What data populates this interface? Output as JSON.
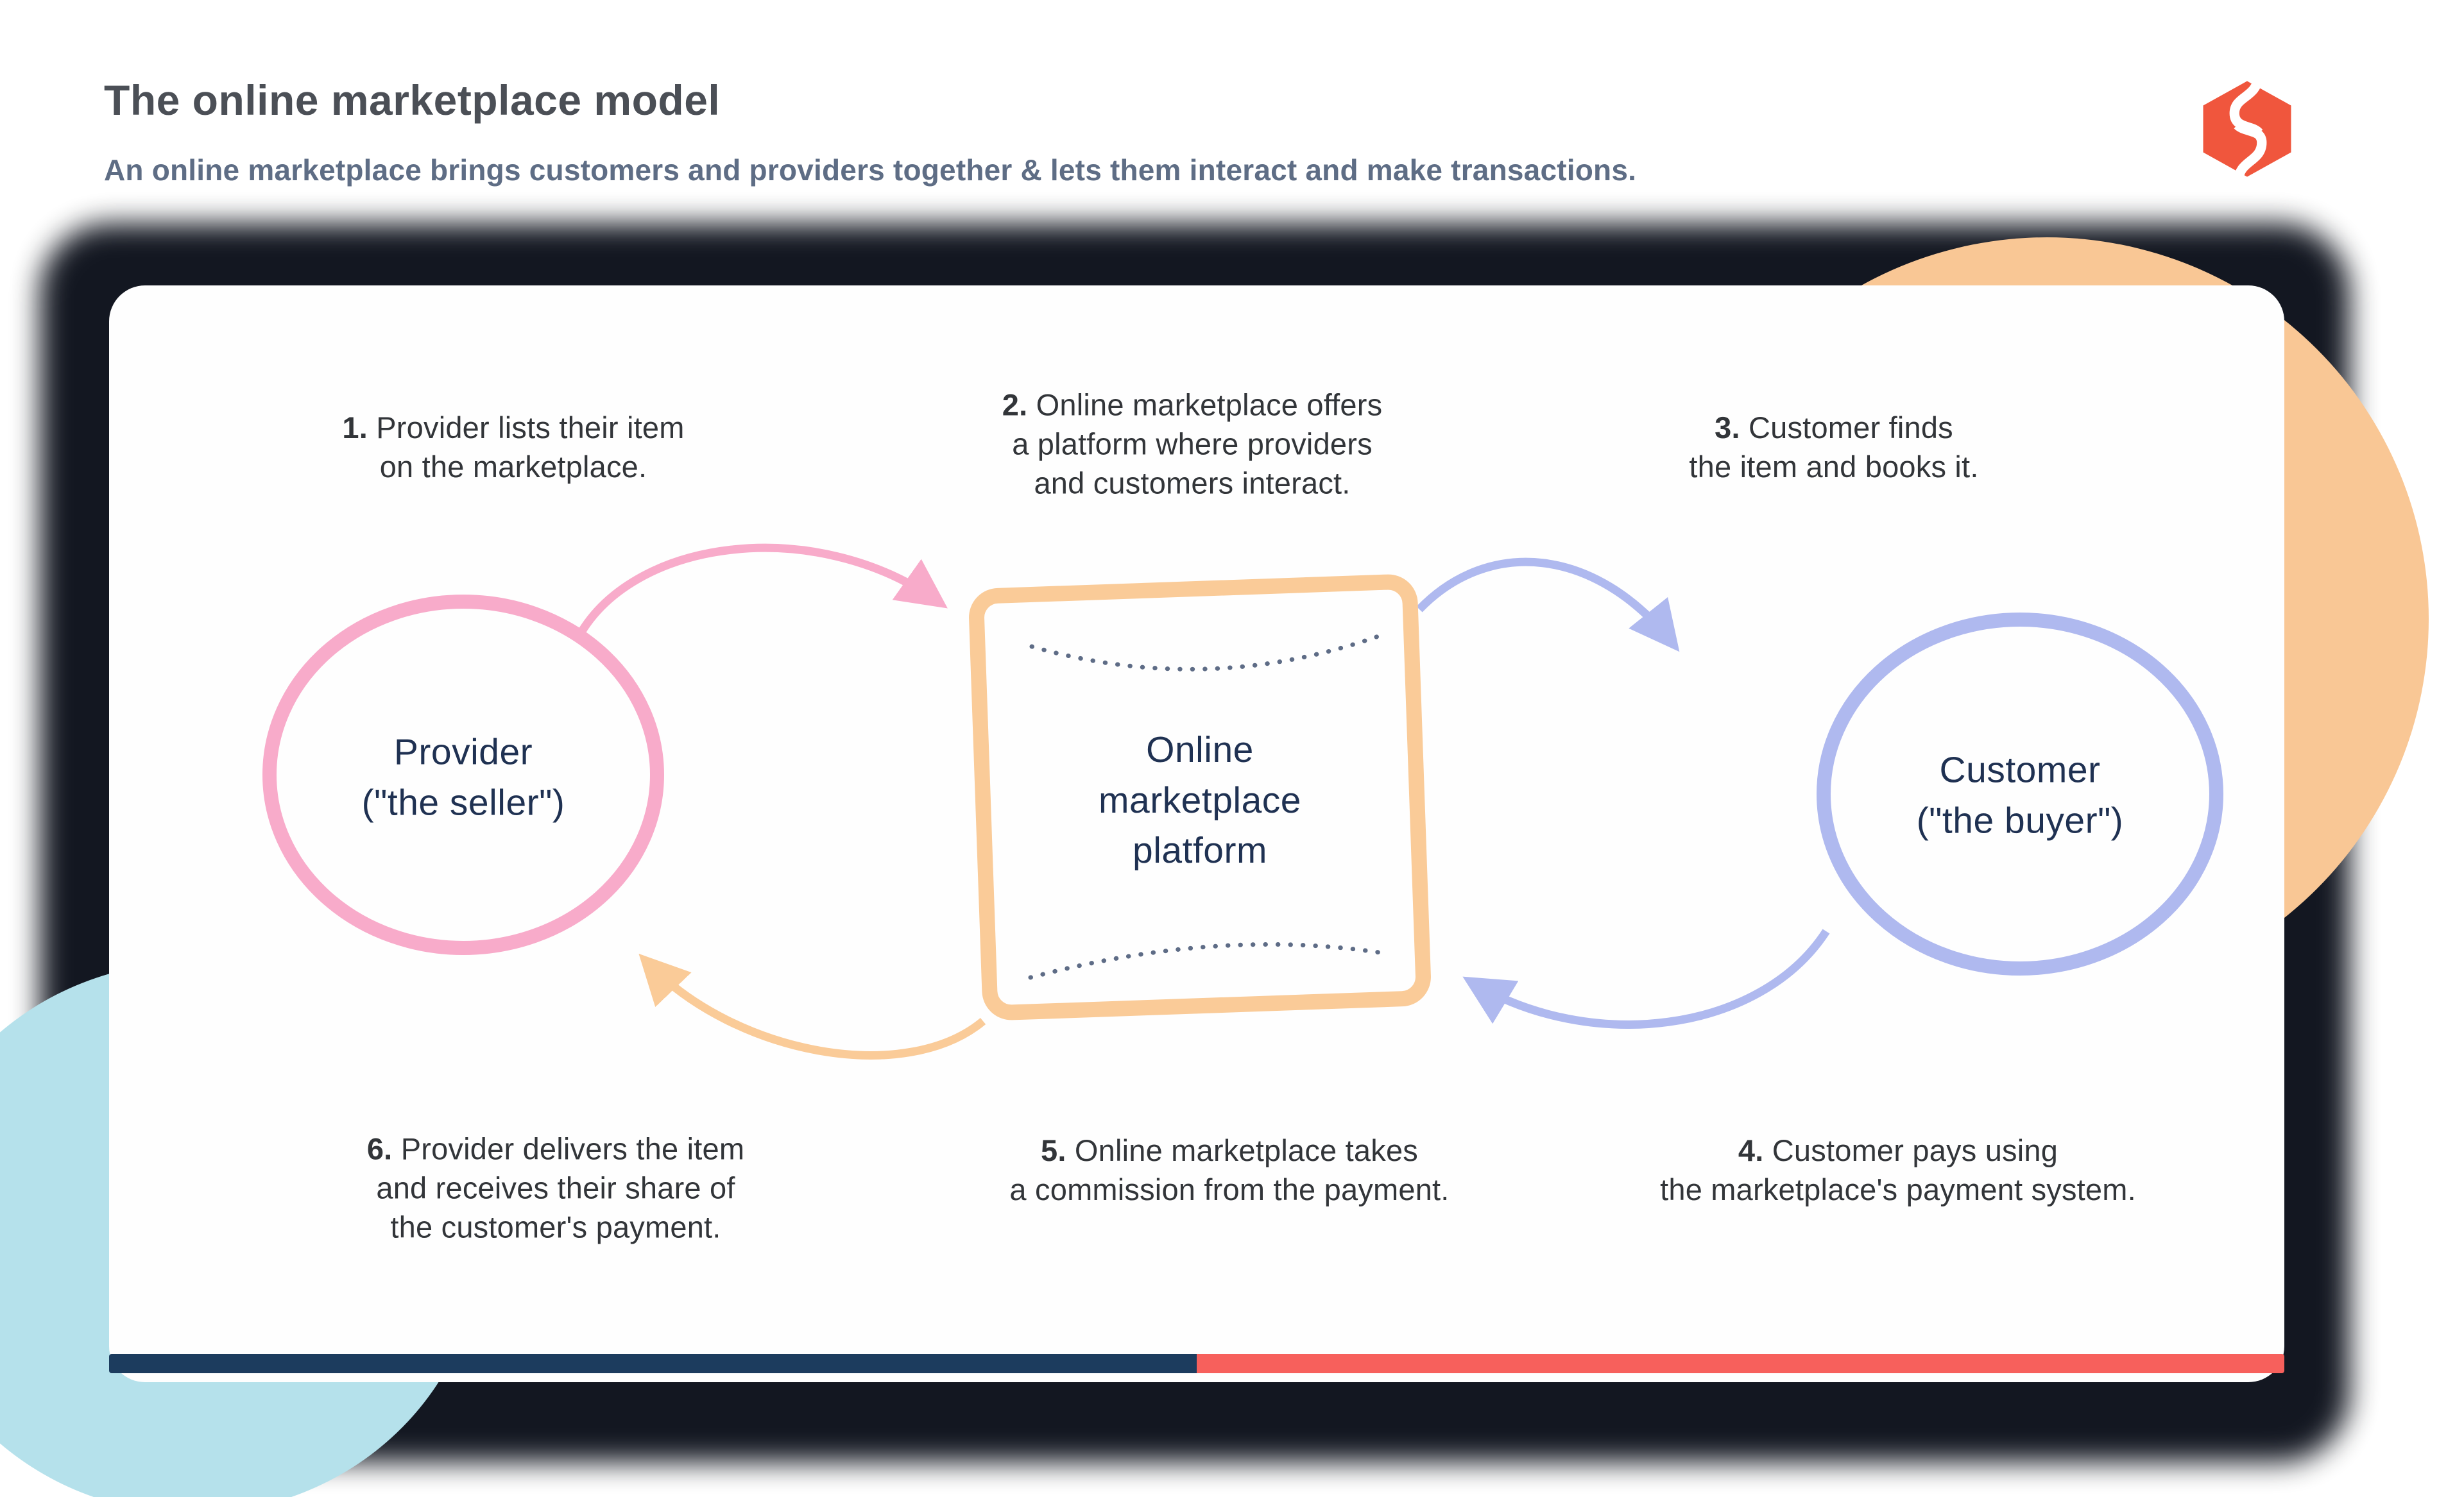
{
  "header": {
    "title": "The online marketplace model",
    "subtitle": "An online marketplace brings customers and providers together & lets them interact and make transactions.",
    "logo": "sharetribe-hexagon-logo"
  },
  "entities": {
    "provider": {
      "label": "Provider\n(\"the seller\")"
    },
    "platform": {
      "label": "Online\nmarketplace\nplatform"
    },
    "customer": {
      "label": "Customer\n(\"the buyer\")"
    }
  },
  "steps": [
    {
      "num": "1.",
      "text": "Provider lists their item\non the marketplace."
    },
    {
      "num": "2.",
      "text": "Online marketplace offers\na platform where providers\nand customers interact."
    },
    {
      "num": "3.",
      "text": "Customer finds\nthe item and books it."
    },
    {
      "num": "4.",
      "text": "Customer pays using\nthe marketplace's payment system."
    },
    {
      "num": "5.",
      "text": "Online marketplace takes\na commission from the payment."
    },
    {
      "num": "6.",
      "text": "Provider delivers the item\nand receives their share of\nthe customer's payment."
    }
  ],
  "flows": [
    {
      "from": "provider",
      "to": "platform",
      "color": "#F8ABCA"
    },
    {
      "from": "platform",
      "to": "customer",
      "color": "#AFB9EF"
    },
    {
      "from": "customer",
      "to": "platform",
      "color": "#AFB9EF"
    },
    {
      "from": "platform",
      "to": "provider",
      "color": "#FACB98"
    }
  ],
  "colors": {
    "title_text": "#4B4F56",
    "subtitle_text": "#5E6D85",
    "entity_text": "#1F3152",
    "step_text": "#323539",
    "provider_pink": "#F8ABCA",
    "customer_periwinkle": "#AFB9EF",
    "platform_orange": "#FACB98",
    "bottom_bar_navy": "#1C3C5E",
    "bottom_bar_red": "#F7605C",
    "blob_cyan": "#B5E1EB",
    "blob_orange": "#F9C795",
    "logo_coral": "#F0563D"
  }
}
